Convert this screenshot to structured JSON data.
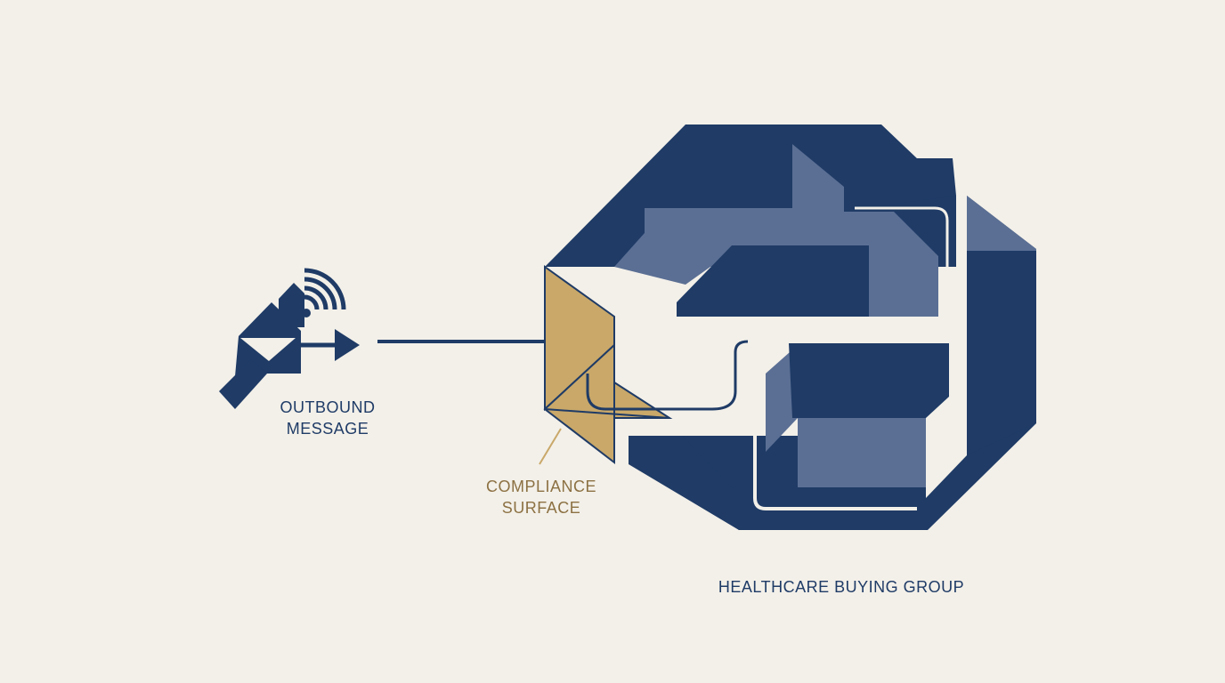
{
  "colors": {
    "background": "#f3f0e9",
    "navy": "#1f3b66",
    "slate": "#5b6f94",
    "gold": "#c9a869",
    "gold_text": "#8c7143",
    "connector": "#1f3b66"
  },
  "icons": {
    "outbound": "envelope-send-icon",
    "signal": "broadcast-signal-icon",
    "arrow": "arrow-right-icon"
  },
  "nodes": {
    "outbound": {
      "line1": "OUTBOUND",
      "line2": "MESSAGE"
    },
    "compliance": {
      "line1": "COMPLIANCE",
      "line2": "SURFACE"
    },
    "buying_group": {
      "label": "HEALTHCARE BUYING GROUP"
    }
  }
}
